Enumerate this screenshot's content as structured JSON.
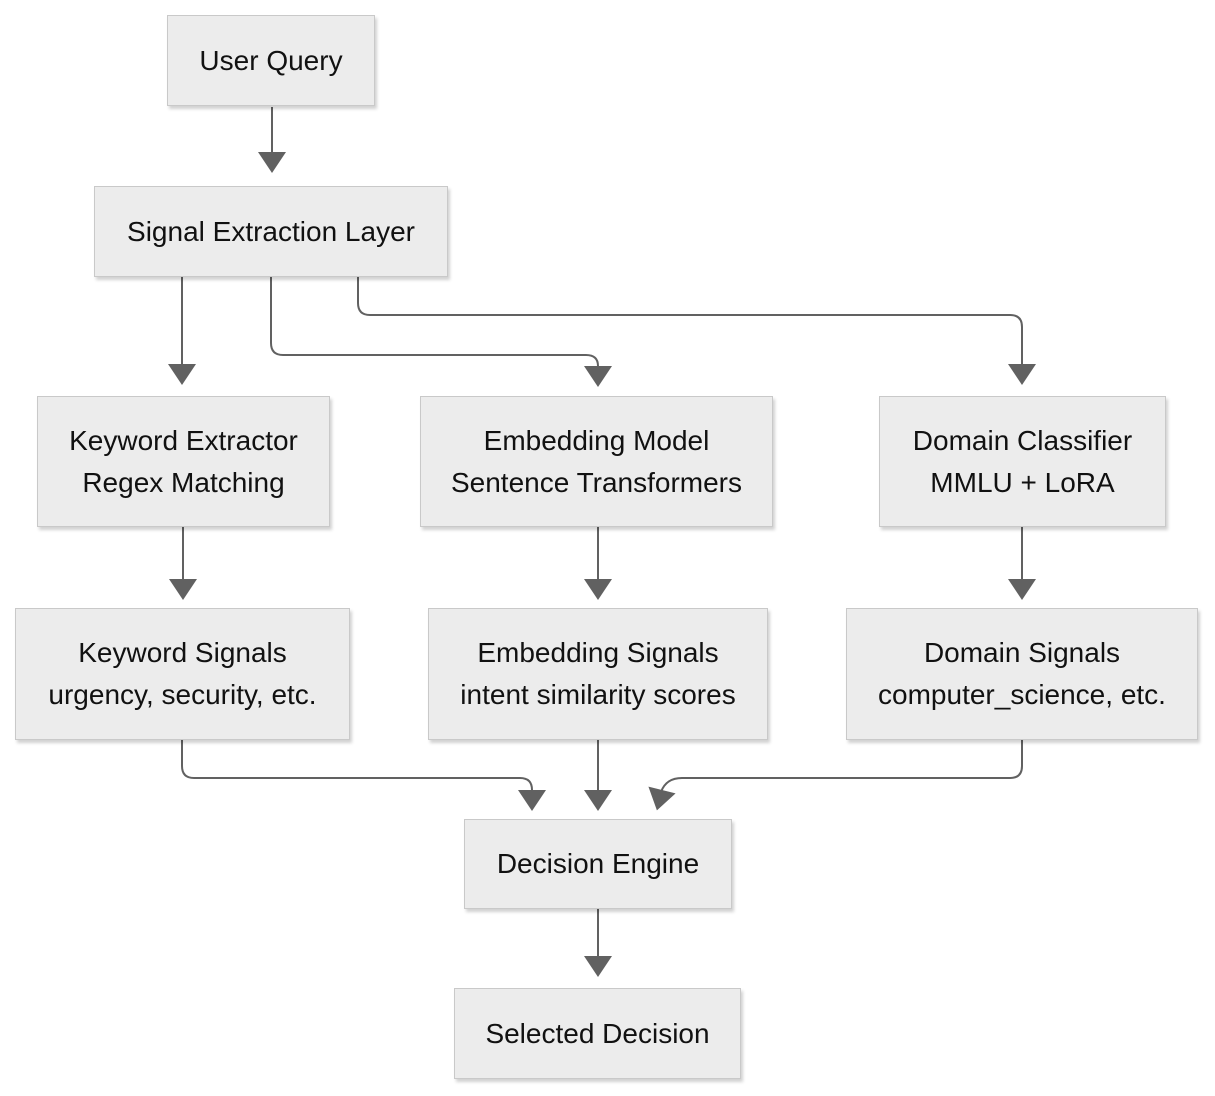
{
  "diagram": {
    "type": "flowchart",
    "colors": {
      "background": "#ffffff",
      "node_fill": "#ececec",
      "node_border": "#c9c9c9",
      "arrow": "#616161",
      "text": "#111111"
    },
    "nodes": {
      "user_query": {
        "label": "User Query"
      },
      "signal_extraction": {
        "label": "Signal Extraction Layer"
      },
      "keyword_extractor": {
        "label": "Keyword Extractor",
        "sublabel": "Regex Matching"
      },
      "embedding_model": {
        "label": "Embedding Model",
        "sublabel": "Sentence Transformers"
      },
      "domain_classifier": {
        "label": "Domain Classifier",
        "sublabel": "MMLU + LoRA"
      },
      "keyword_signals": {
        "label": "Keyword Signals",
        "sublabel": "urgency, security, etc."
      },
      "embedding_signals": {
        "label": "Embedding Signals",
        "sublabel": "intent similarity scores"
      },
      "domain_signals": {
        "label": "Domain Signals",
        "sublabel": "computer_science, etc."
      },
      "decision_engine": {
        "label": "Decision Engine"
      },
      "selected_decision": {
        "label": "Selected Decision"
      }
    },
    "edges": [
      {
        "from": "User Query",
        "to": "Signal Extraction Layer"
      },
      {
        "from": "Signal Extraction Layer",
        "to": "Keyword Extractor"
      },
      {
        "from": "Signal Extraction Layer",
        "to": "Embedding Model"
      },
      {
        "from": "Signal Extraction Layer",
        "to": "Domain Classifier"
      },
      {
        "from": "Keyword Extractor",
        "to": "Keyword Signals"
      },
      {
        "from": "Embedding Model",
        "to": "Embedding Signals"
      },
      {
        "from": "Domain Classifier",
        "to": "Domain Signals"
      },
      {
        "from": "Keyword Signals",
        "to": "Decision Engine"
      },
      {
        "from": "Embedding Signals",
        "to": "Decision Engine"
      },
      {
        "from": "Domain Signals",
        "to": "Decision Engine"
      },
      {
        "from": "Decision Engine",
        "to": "Selected Decision"
      }
    ]
  }
}
